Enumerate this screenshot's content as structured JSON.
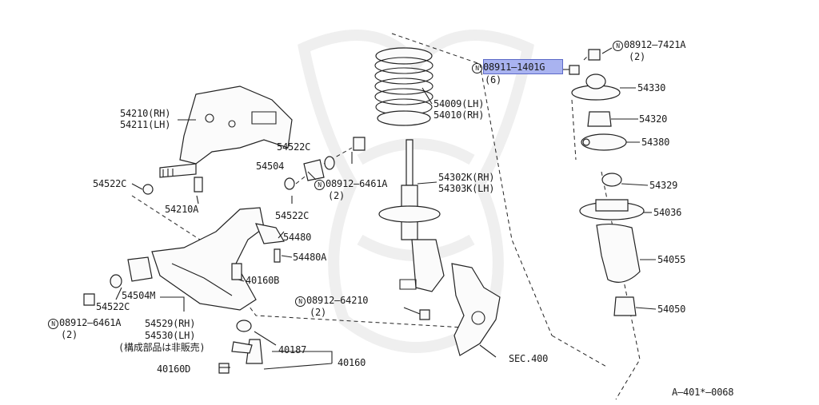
{
  "drawing_code": "A—401*—0068",
  "note_not_sold": "(構成部品は非販売)",
  "highlight_color": "#a9b3f0",
  "callouts": {
    "p08912_7421A": "08912—7421A",
    "q_08912_7421A": "(2)",
    "p08911_1401G": "08911—1401G",
    "q_08911_1401G": "(6)",
    "p54330": "54330",
    "p54320": "54320",
    "p54380": "54380",
    "p54329": "54329",
    "p54036": "54036",
    "p54055": "54055",
    "p54050": "54050",
    "p54009": "54009(LH)",
    "p54010": "54010(RH)",
    "p54302K": "54302K(RH)",
    "p54303K": "54303K(LH)",
    "p08912_6461A_mid": "08912—6461A",
    "q_08912_6461A_mid": "(2)",
    "p54522C_top": "54522C",
    "p54504_mid": "54504",
    "p54522C_mid": "54522C",
    "p54210": "54210(RH)",
    "p54211": "54211(LH)",
    "p54522C_left": "54522C",
    "p54210A": "54210A",
    "p54480": "54480",
    "p54480A": "54480A",
    "p40160B": "40160B",
    "p54504M": "54504M",
    "p54522C_low": "54522C",
    "p08912_6461A_low": "08912—6461A",
    "q_08912_6461A_low": "(2)",
    "p54529": "54529(RH)",
    "p54530": "54530(LH)",
    "p08912_64210": "08912—64210",
    "q_08912_64210": "(2)",
    "p40187": "40187",
    "p40160D": "40160D",
    "p40160": "40160",
    "sec400": "SEC.400",
    "n_mark": "N"
  }
}
